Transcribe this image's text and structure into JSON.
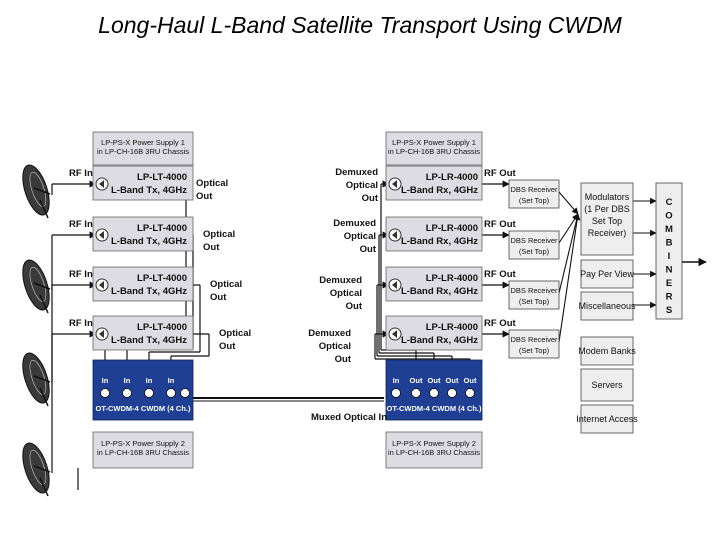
{
  "title": "Long-Haul L-Band Satellite Transport Using CWDM",
  "tx": {
    "ps1": [
      "LP-PS-X Power Supply 1",
      "in LP-CH-16B 3RU Chassis"
    ],
    "ps2": [
      "LP-PS-X Power Supply 2",
      "in LP-CH-16B 3RU Chassis"
    ],
    "rf_in": "RF In",
    "card_model": "LP-LT-4000",
    "card_desc": "L-Band Tx, 4GHz",
    "output": [
      "Optical",
      "Out"
    ],
    "cwdm": "OT-CWDM-4 CWDM (4 Ch.)",
    "port": "In"
  },
  "rx": {
    "ps1": [
      "LP-PS-X Power Supply 1",
      "in LP-CH-16B 3RU Chassis"
    ],
    "ps2": [
      "LP-PS-X Power Supply 2",
      "in LP-CH-16B 3RU Chassis"
    ],
    "rf_out": "RF Out",
    "card_model": "LP-LR-4000",
    "card_desc": "L-Band Rx, 4GHz",
    "input": [
      "Demuxed",
      "Optical",
      "Out"
    ],
    "cwdm": "OT-CWDM-4 CWDM (4 Ch.)",
    "port": "Out"
  },
  "muxed_label": "Muxed Optical In",
  "dbs": [
    "DBS Receiver",
    "(Set Top)"
  ],
  "modulators": [
    "Modulators",
    "(1 Per DBS",
    "Set Top",
    "Receiver)"
  ],
  "services": [
    "Pay Per View",
    "Miscellaneous",
    "Modem Banks",
    "Servers",
    "Internet Access"
  ],
  "combiners": "COMBINERS",
  "colors": {
    "blue": "#1e3f94",
    "panel": "#dcdce2",
    "panel_dark": "#c4c4cc",
    "line": "#111111"
  }
}
